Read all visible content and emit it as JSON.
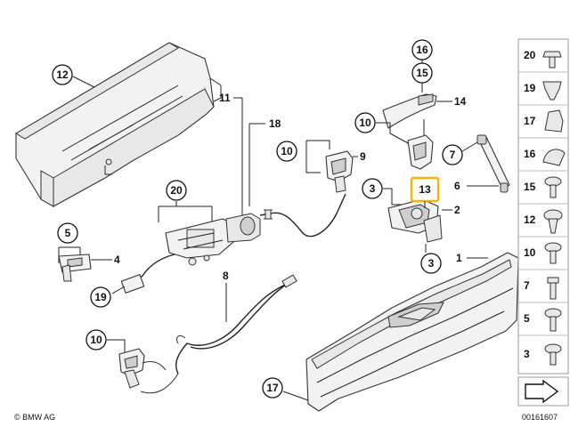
{
  "callouts": {
    "c12": "12",
    "c20": "20",
    "c5": "5",
    "c19": "19",
    "c10a": "10",
    "c10b": "10",
    "c10c": "10",
    "c16": "16",
    "c15": "15",
    "c7": "7",
    "c3a": "3",
    "c3b": "3",
    "c17": "17",
    "c13": "13"
  },
  "labels": {
    "l11": "11",
    "l18": "18",
    "l9": "9",
    "l14": "14",
    "l6": "6",
    "l2": "2",
    "l1": "1",
    "l4": "4",
    "l8": "8"
  },
  "side_panel": {
    "items": [
      "20",
      "19",
      "17",
      "16",
      "15",
      "12",
      "10",
      "7",
      "5",
      "3"
    ]
  },
  "footer": {
    "copyright": "© BMW AG",
    "diagram_number": "00161607"
  },
  "colors": {
    "highlight": "#f2b600"
  }
}
